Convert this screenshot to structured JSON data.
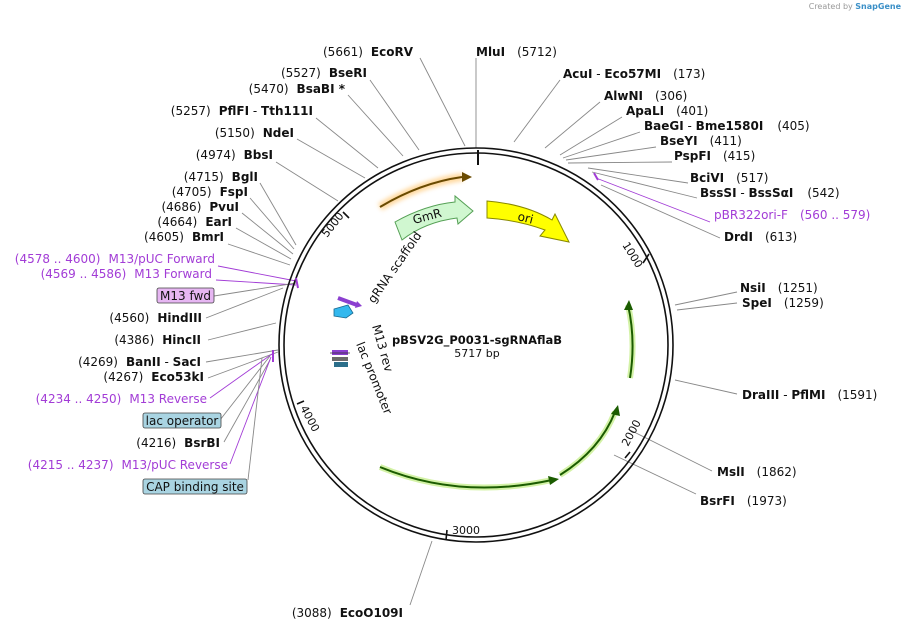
{
  "credit": {
    "prefix": "Created by",
    "brand": "SnapGene"
  },
  "plasmid": {
    "name": "pBSV2G_P0031-sgRNAflaB",
    "length_label": "5717 bp"
  },
  "ticks": [
    "1000",
    "2000",
    "3000",
    "4000",
    "5000"
  ],
  "labels": {
    "right": [
      {
        "name": "MluI",
        "pos": "(5712)"
      },
      {
        "name": "AcuI",
        "sep": " - ",
        "name2": "Eco57MI",
        "pos": "(173)"
      },
      {
        "name": "AlwNI",
        "pos": "(306)"
      },
      {
        "name": "ApaLI",
        "pos": "(401)"
      },
      {
        "name": "BaeGI",
        "sep": " - ",
        "name2": "Bme1580I",
        "pos": "(405)"
      },
      {
        "name": "BseYI",
        "pos": "(411)"
      },
      {
        "name": "PspFI",
        "pos": "(415)"
      },
      {
        "name": "BciVI",
        "pos": "(517)"
      },
      {
        "name": "BssSI",
        "sep": " - ",
        "name2": "BssSαI",
        "pos": "(542)"
      },
      {
        "name": "pBR322ori-F",
        "pos": "(560 .. 579)",
        "primer": true
      },
      {
        "name": "DrdI",
        "pos": "(613)"
      },
      {
        "name": "NsiI",
        "pos": "(1251)"
      },
      {
        "name": "SpeI",
        "pos": "(1259)"
      },
      {
        "name": "DraIII",
        "sep": " - ",
        "name2": "PflMI",
        "pos": "(1591)"
      },
      {
        "name": "MslI",
        "pos": "(1862)"
      },
      {
        "name": "BsrFI",
        "pos": "(1973)"
      }
    ],
    "left": [
      {
        "name": "EcoRV",
        "pos": "(5661)"
      },
      {
        "name": "BseRI",
        "pos": "(5527)"
      },
      {
        "name": "BsaBI *",
        "pos": "(5470)"
      },
      {
        "name": "PflFI",
        "sep": " - ",
        "name2": "Tth111I",
        "pos": "(5257)"
      },
      {
        "name": "NdeI",
        "pos": "(5150)"
      },
      {
        "name": "BbsI",
        "pos": "(4974)"
      },
      {
        "name": "BglI",
        "pos": "(4715)"
      },
      {
        "name": "FspI",
        "pos": "(4705)"
      },
      {
        "name": "PvuI",
        "pos": "(4686)"
      },
      {
        "name": "EarI",
        "pos": "(4664)"
      },
      {
        "name": "BmrI",
        "pos": "(4605)"
      },
      {
        "name": "M13/pUC Forward",
        "pos": "(4578 .. 4600)",
        "primer": true
      },
      {
        "name": "M13 Forward",
        "pos": "(4569 .. 4586)",
        "primer": true
      },
      {
        "name": "M13 fwd",
        "boxed": true
      },
      {
        "name": "HindIII",
        "pos": "(4560)"
      },
      {
        "name": "HincII",
        "pos": "(4386)"
      },
      {
        "name": "BanII",
        "sep": " - ",
        "name2": "SacI",
        "pos": "(4269)"
      },
      {
        "name": "Eco53kI",
        "pos": "(4267)"
      },
      {
        "name": "M13 Reverse",
        "pos": "(4234 .. 4250)",
        "primer": true
      },
      {
        "name": "lac operator",
        "boxed": true
      },
      {
        "name": "BsrBI",
        "pos": "(4216)"
      },
      {
        "name": "M13/pUC Reverse",
        "pos": "(4215 .. 4237)",
        "primer": true
      },
      {
        "name": "CAP binding site",
        "boxed": true
      }
    ],
    "bottom": [
      {
        "name": "EcoO109I",
        "pos": "(3088)"
      }
    ]
  },
  "features": [
    {
      "name": "GmR",
      "color": "#c8f5c8"
    },
    {
      "name": "ori",
      "color": "#ffff00"
    },
    {
      "name": "gRNA scaffold",
      "color": "#33b8ee"
    },
    {
      "name": "M13 rev",
      "color": "#8b3fd0"
    },
    {
      "name": "lac promoter",
      "color": "#2b6e8a"
    }
  ],
  "colors": {
    "primer": "#a23cd6",
    "box_fwd": "#e6b6f2",
    "box_lac": "#a9d4e2"
  }
}
